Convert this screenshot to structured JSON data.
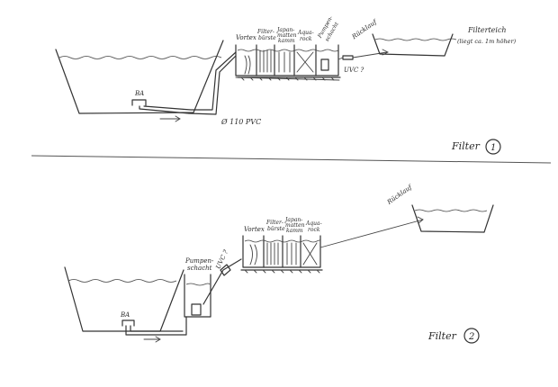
{
  "diagram1": {
    "caption": "Filter",
    "number": "1",
    "labels": {
      "ba": "BA",
      "pipe": "Ø 110 PVC",
      "vortex": "Vortex",
      "filterbuersten": "Filter-",
      "filterbuersten2": "bürste",
      "japanmatten": "Japan-",
      "japanmatten2": "matten",
      "japanmatten3": "kamm",
      "aquarock": "Aqua-",
      "aquarock2": "rock",
      "pumpenschacht": "Pumpen-",
      "pumpenschacht2": "schacht",
      "uvc": "UVC ?",
      "ruecklauf": "Rücklauf",
      "filterteich": "Filterteich",
      "filterteich_note": "(liegt ca. 1m höher)"
    }
  },
  "diagram2": {
    "caption": "Filter",
    "number": "2",
    "labels": {
      "ba": "BA",
      "pumpenschacht": "Pumpen-",
      "pumpenschacht2": "schacht",
      "uvc": "UVC ?",
      "vortex": "Vortex",
      "filterbuersten": "Filter-",
      "filterbuersten2": "bürste",
      "japanmatten": "Japan-",
      "japanmatten2": "matten",
      "japanmatten3": "kamm",
      "aquarock": "Aqua-",
      "aquarock2": "rock",
      "ruecklauf": "Rücklauf"
    }
  }
}
